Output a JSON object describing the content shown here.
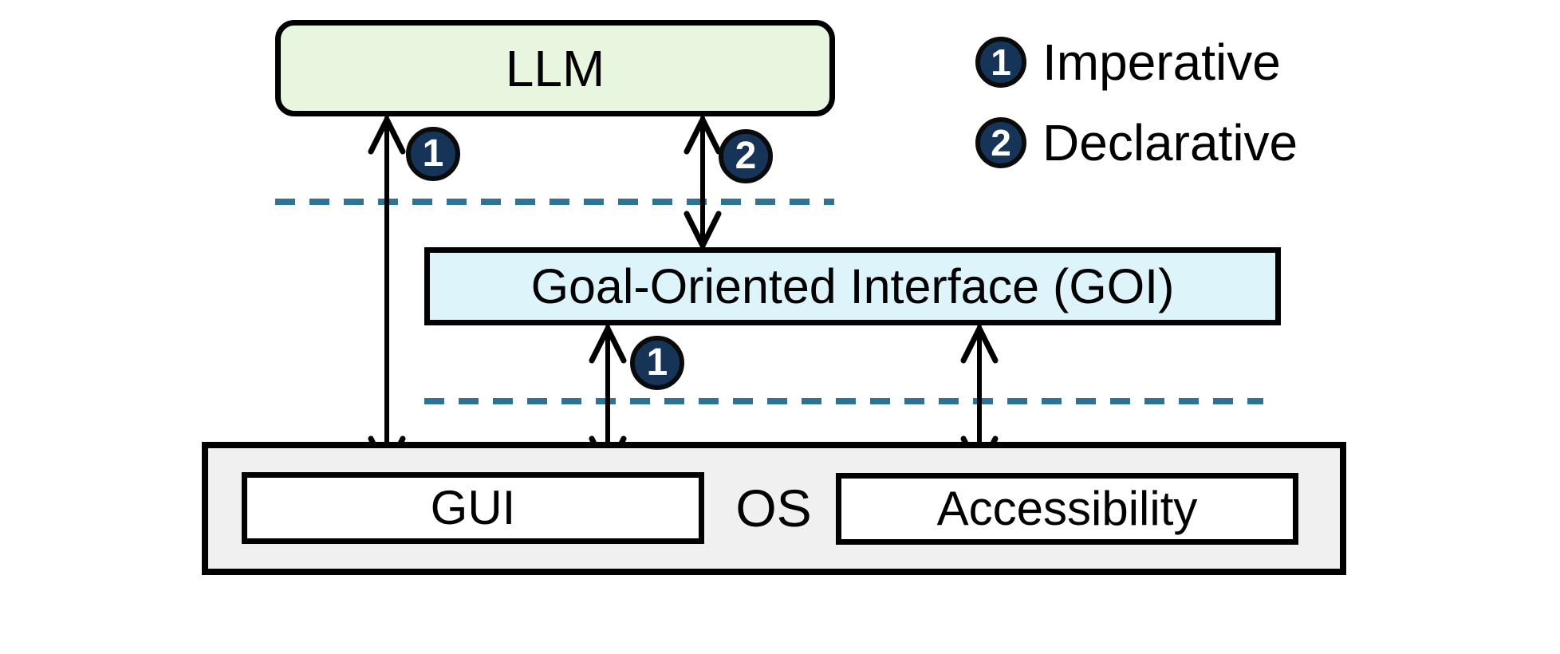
{
  "diagram": {
    "nodes": {
      "llm": {
        "label": "LLM",
        "fill": "#e8f6df"
      },
      "goi": {
        "label": "Goal-Oriented Interface (GOI)",
        "fill": "#dcf4fa"
      },
      "os": {
        "label": "OS",
        "fill": "#f0f0f0"
      },
      "gui": {
        "label": "GUI",
        "fill": "#ffffff"
      },
      "accessibility": {
        "label": "Accessibility",
        "fill": "#ffffff"
      }
    },
    "badges": {
      "llm_gui": {
        "label": "1"
      },
      "llm_goi": {
        "label": "2"
      },
      "goi_gui": {
        "label": "1"
      }
    },
    "legend": {
      "items": [
        {
          "badge": "1",
          "label": "Imperative"
        },
        {
          "badge": "2",
          "label": "Declarative"
        }
      ]
    },
    "colors": {
      "badge_fill": "#163457",
      "badge_text": "#ffffff",
      "dashed_divider": "#2e7295",
      "border": "#000000"
    }
  }
}
